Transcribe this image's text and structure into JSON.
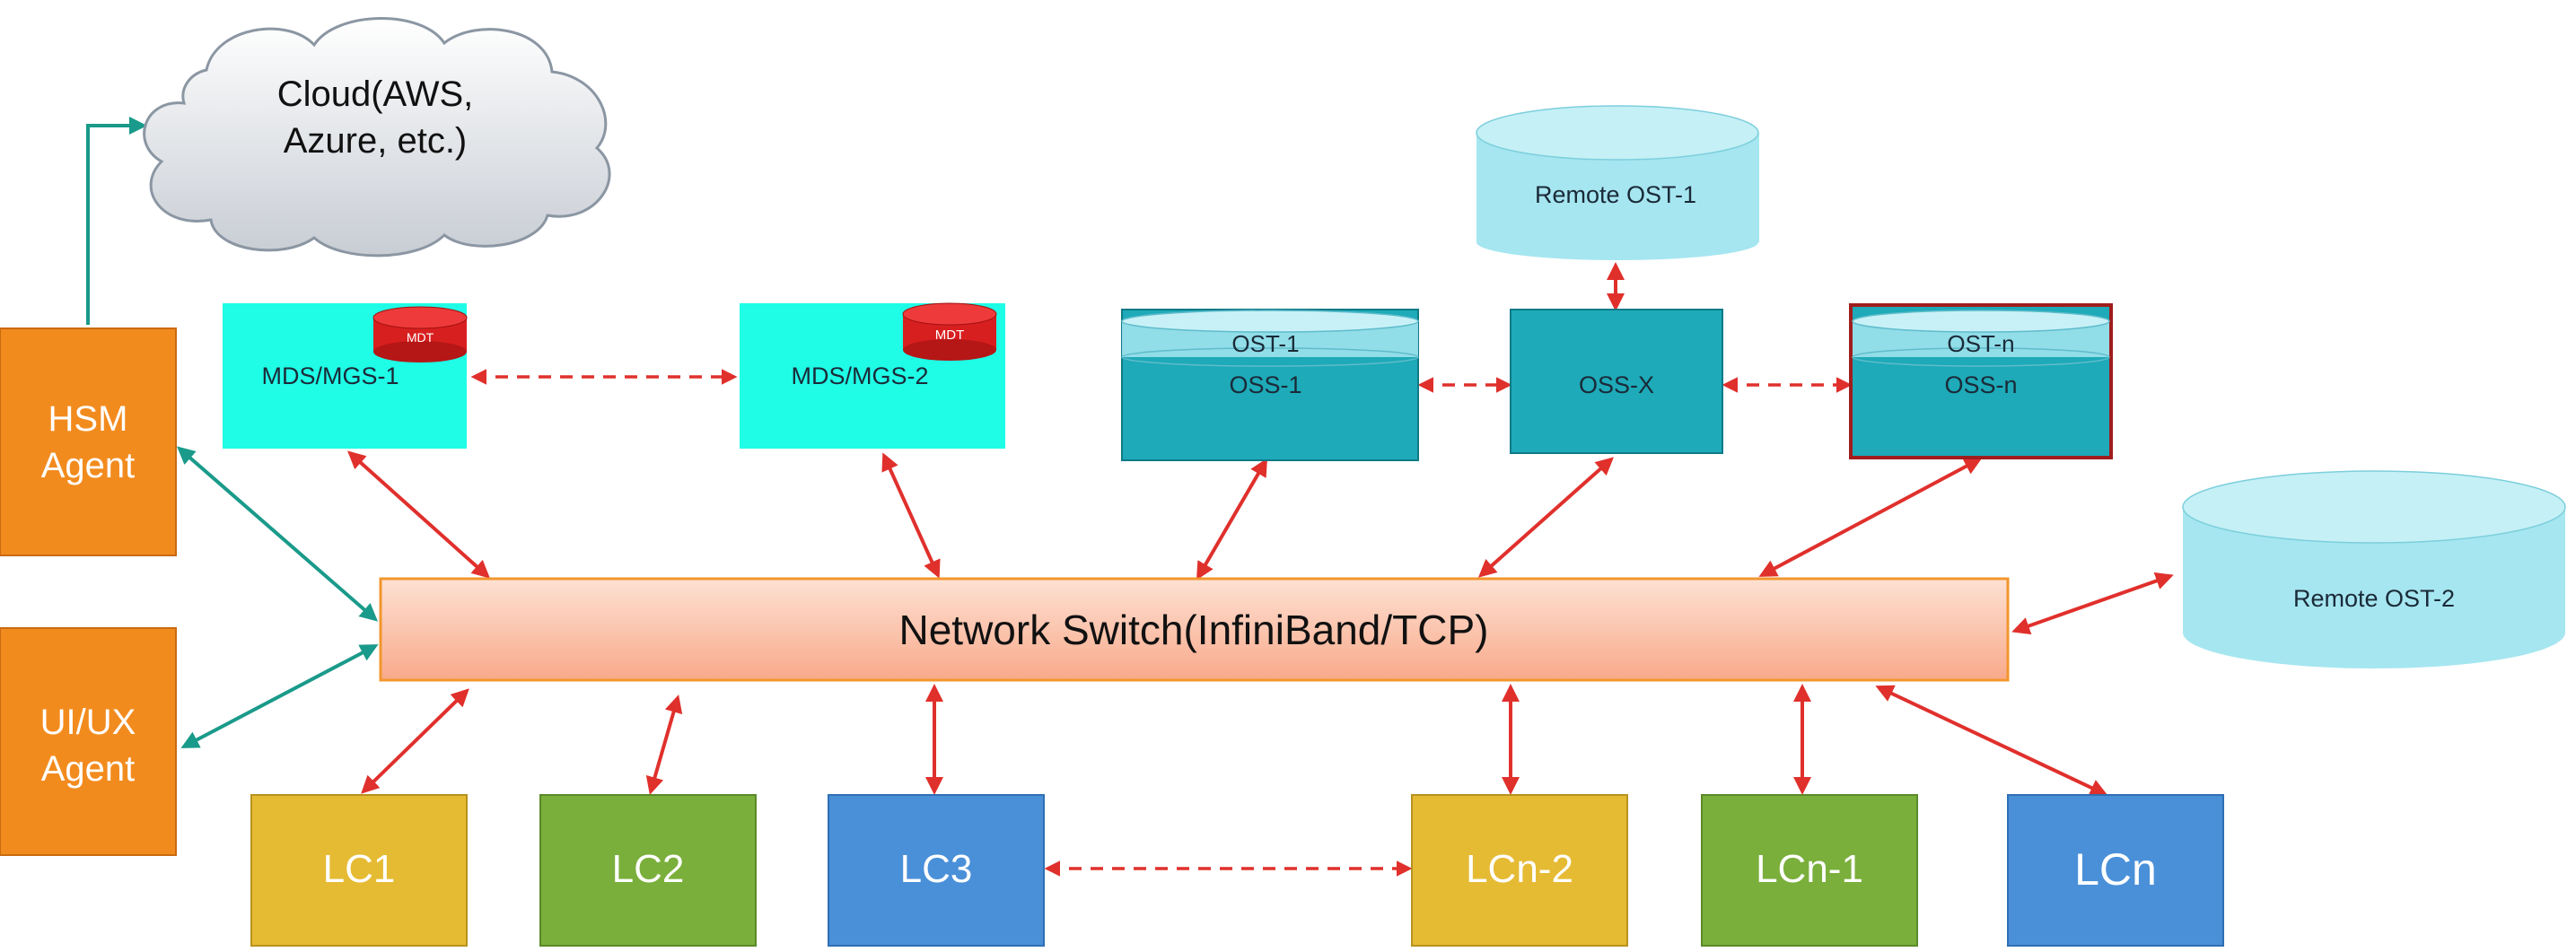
{
  "cloud": {
    "line1": "Cloud(AWS,",
    "line2": "Azure, etc.)"
  },
  "agents": {
    "hsm": {
      "line1": "HSM",
      "line2": "Agent"
    },
    "uiux": {
      "line1": "UI/UX",
      "line2": "Agent"
    }
  },
  "mds1": {
    "label": "MDS/MGS-1",
    "badge": "MDT"
  },
  "mds2": {
    "label": "MDS/MGS-2",
    "badge": "MDT"
  },
  "oss1": {
    "label": "OSS-1",
    "ost": "OST-1"
  },
  "ossx": {
    "label": "OSS-X"
  },
  "ossn": {
    "label": "OSS-n",
    "ost": "OST-n"
  },
  "remote_ost1": {
    "label": "Remote OST-1"
  },
  "remote_ost2": {
    "label": "Remote OST-2"
  },
  "network_switch": {
    "label": "Network Switch(InfiniBand/TCP)"
  },
  "clients": [
    {
      "label": "LC1",
      "color": "#e6bb34"
    },
    {
      "label": "LC2",
      "color": "#7aaf3c"
    },
    {
      "label": "LC3",
      "color": "#4a90d9"
    },
    {
      "label": "LCn-2",
      "color": "#e6bb34"
    },
    {
      "label": "LCn-1",
      "color": "#7aaf3c"
    },
    {
      "label": "LCn",
      "color": "#4a90d9"
    }
  ],
  "colors": {
    "link_red": "#e0302c",
    "link_teal": "#1a9a8a",
    "agent_orange": "#f28b1e",
    "mds_cyan": "#1ffde6",
    "oss_teal": "#1eaab8",
    "ost_light": "#a6e6f0",
    "switch_fill": "#fcc0a6",
    "switch_border": "#f2962e"
  }
}
